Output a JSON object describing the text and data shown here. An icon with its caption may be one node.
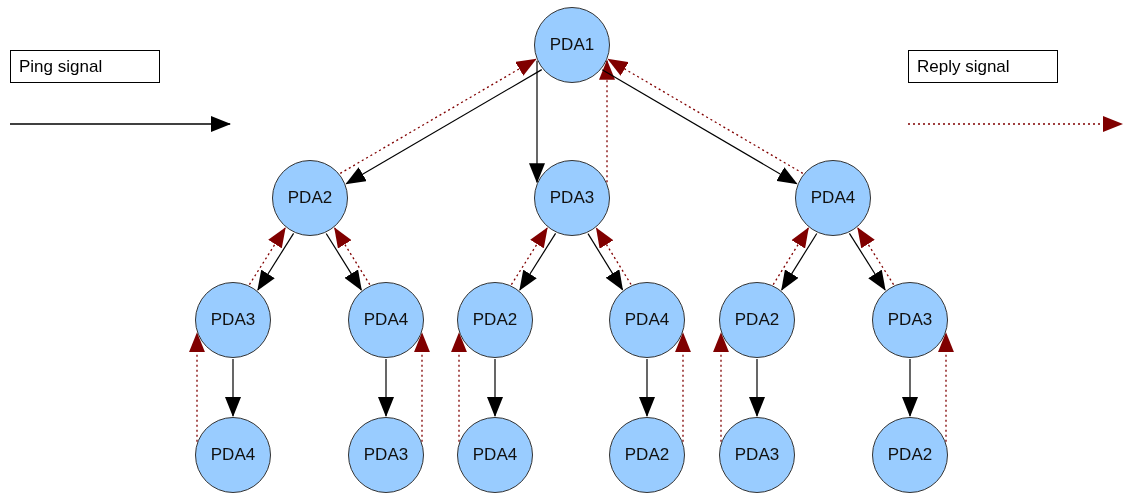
{
  "diagram": {
    "nodes": [
      {
        "text": [
          "PDA1"
        ]
      },
      {
        "text": [
          "PDA2"
        ]
      },
      {
        "text": [
          "PDA3"
        ]
      },
      {
        "text": [
          "PDA4"
        ]
      },
      {
        "text": [
          "PDA3"
        ]
      },
      {
        "text": [
          "PDA4"
        ]
      },
      {
        "text": [
          "PDA2"
        ]
      },
      {
        "text": [
          "PDA4"
        ]
      },
      {
        "text": [
          "PDA2"
        ]
      },
      {
        "text": [
          "PDA3"
        ]
      },
      {
        "text": [
          "PDA4"
        ]
      },
      {
        "text": [
          "PDA3"
        ]
      },
      {
        "text": [
          "PDA4"
        ]
      },
      {
        "text": [
          "PDA2"
        ]
      },
      {
        "text": [
          "PDA3"
        ]
      },
      {
        "text": [
          "PDA2"
        ]
      }
    ],
    "edges": [
      {
        "from": 0,
        "to": 1,
        "arrow": "to"
      },
      {
        "from": 1,
        "to": 0,
        "arrow": "to",
        "style": "dashed",
        "color": "#800000"
      },
      {
        "from": 0,
        "to": 2,
        "arrow": "to"
      },
      {
        "from": 2,
        "to": 0,
        "arrow": "to",
        "style": "dashed",
        "color": "#800000"
      },
      {
        "from": 0,
        "to": 3,
        "arrow": "to"
      },
      {
        "from": 3,
        "to": 0,
        "arrow": "to",
        "style": "dashed",
        "color": "#800000"
      },
      {
        "from": 1,
        "to": 4,
        "arrow": "to"
      },
      {
        "from": 4,
        "to": 1,
        "arrow": "to",
        "style": "dashed",
        "color": "#800000"
      },
      {
        "from": 1,
        "to": 5,
        "arrow": "to"
      },
      {
        "from": 5,
        "to": 1,
        "arrow": "to",
        "style": "dashed",
        "color": "#800000"
      },
      {
        "from": 2,
        "to": 6,
        "arrow": "to"
      },
      {
        "from": 6,
        "to": 2,
        "arrow": "to",
        "style": "dashed",
        "color": "#800000"
      },
      {
        "from": 2,
        "to": 7,
        "arrow": "to"
      },
      {
        "from": 7,
        "to": 2,
        "arrow": "to",
        "style": "dashed",
        "color": "#800000"
      },
      {
        "from": 3,
        "to": 8,
        "arrow": "to"
      },
      {
        "from": 8,
        "to": 3,
        "arrow": "to",
        "style": "dashed",
        "color": "#800000"
      },
      {
        "from": 3,
        "to": 9,
        "arrow": "to"
      },
      {
        "from": 9,
        "to": 3,
        "arrow": "to",
        "style": "dashed",
        "color": "#800000"
      },
      {
        "from": 4,
        "to": 10,
        "arrow": "to"
      },
      {
        "from": 10,
        "to": 4,
        "arrow": "to",
        "style": "dashed",
        "color": "#800000"
      },
      {
        "from": 5,
        "to": 11,
        "arrow": "to"
      },
      {
        "from": 11,
        "to": 5,
        "arrow": "to",
        "style": "dashed",
        "color": "#800000"
      },
      {
        "from": 6,
        "to": 12,
        "arrow": "to"
      },
      {
        "from": 12,
        "to": 6,
        "arrow": "to",
        "style": "dashed",
        "color": "#800000"
      },
      {
        "from": 7,
        "to": 13,
        "arrow": "to"
      },
      {
        "from": 13,
        "to": 7,
        "arrow": "to",
        "style": "dashed",
        "color": "#800000"
      },
      {
        "from": 8,
        "to": 14,
        "arrow": "to"
      },
      {
        "from": 14,
        "to": 8,
        "arrow": "to",
        "style": "dashed",
        "color": "#800000"
      },
      {
        "from": 9,
        "to": 15,
        "arrow": "to"
      },
      {
        "from": 15,
        "to": 9,
        "arrow": "to",
        "style": "dashed",
        "color": "#800000"
      }
    ],
    "legend": [
      {
        "text": "Ping signal"
      },
      {
        "text": "Reply signal"
      }
    ]
  }
}
